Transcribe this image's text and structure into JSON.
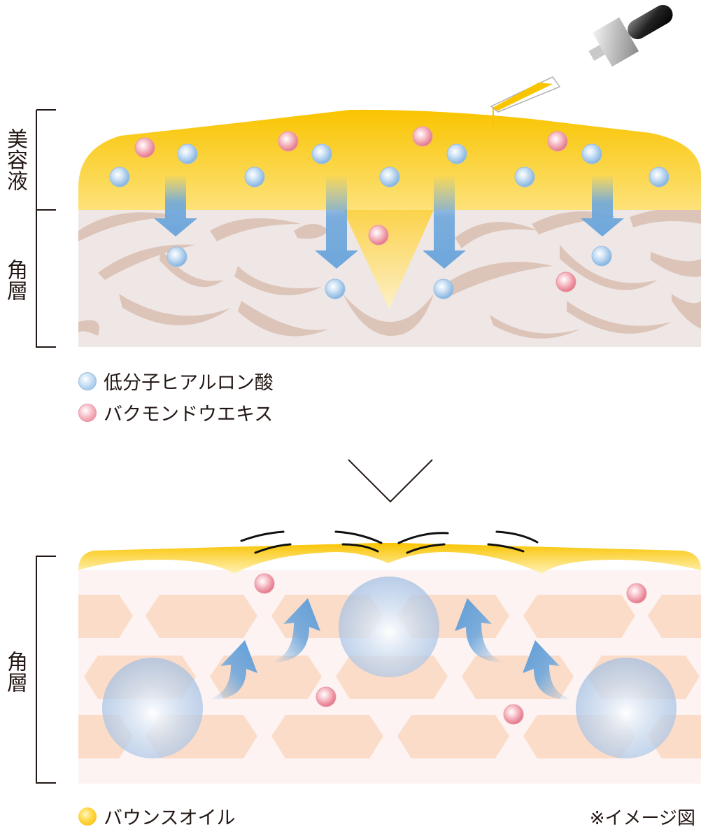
{
  "top_panel": {
    "label_serum": "美容液",
    "label_stratum": "角層"
  },
  "legend": {
    "blue": "低分子ヒアルロン酸",
    "pink": "バクモンドウエキス",
    "yellow": "バウンスオイル"
  },
  "bottom_panel": {
    "label_stratum": "角層"
  },
  "note": "※イメージ図",
  "colors": {
    "serum_yellow": "#f9c800",
    "skin_bg": "#efe7e5",
    "skin_arc": "#ddc4b8",
    "arrow_blue": "#6ea7dc",
    "cell_peach": "#fbdcc8",
    "bottom_bg": "#fcf3f2"
  }
}
